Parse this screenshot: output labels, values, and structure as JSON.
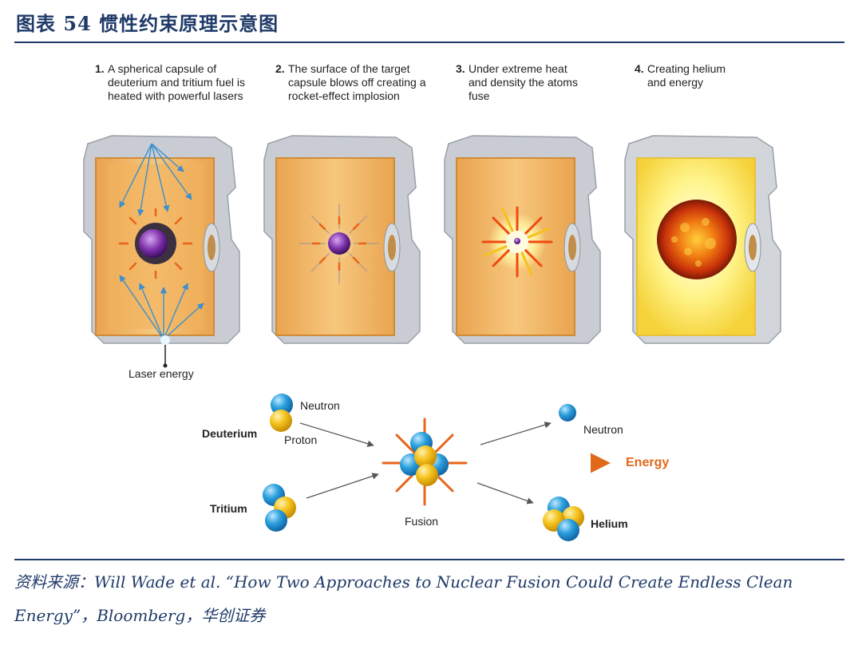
{
  "figure_title": "图表 54   惯性约束原理示意图",
  "steps": [
    {
      "num": "1.",
      "text": "A spherical capsule of deuterium and tritium fuel is heated with powerful lasers"
    },
    {
      "num": "2.",
      "text": "The surface of the target capsule blows off creating a rocket-effect implosion"
    },
    {
      "num": "3.",
      "text": "Under extreme heat and density the atoms fuse"
    },
    {
      "num": "4.",
      "text": "Creating helium and energy"
    }
  ],
  "labels": {
    "laser_energy": "Laser energy",
    "neutron_in": "Neutron",
    "proton": "Proton",
    "deuterium": "Deuterium",
    "tritium": "Tritium",
    "fusion": "Fusion",
    "neutron_out": "Neutron",
    "energy": "Energy",
    "helium": "Helium"
  },
  "source": "资料来源：Will Wade et al. “How Two Approaches to Nuclear Fusion Could Create Endless Clean Energy”，Bloomberg，华创证券",
  "colors": {
    "title_blue": "#1f3a68",
    "chamber_orange": "#f2b35e",
    "chamber_gray": "#c9cdd3",
    "neutron_blue": "#2a9fdc",
    "proton_yellow": "#f5c21b",
    "energy_orange": "#e06a1a",
    "capsule_purple": "#7b2fa8"
  }
}
